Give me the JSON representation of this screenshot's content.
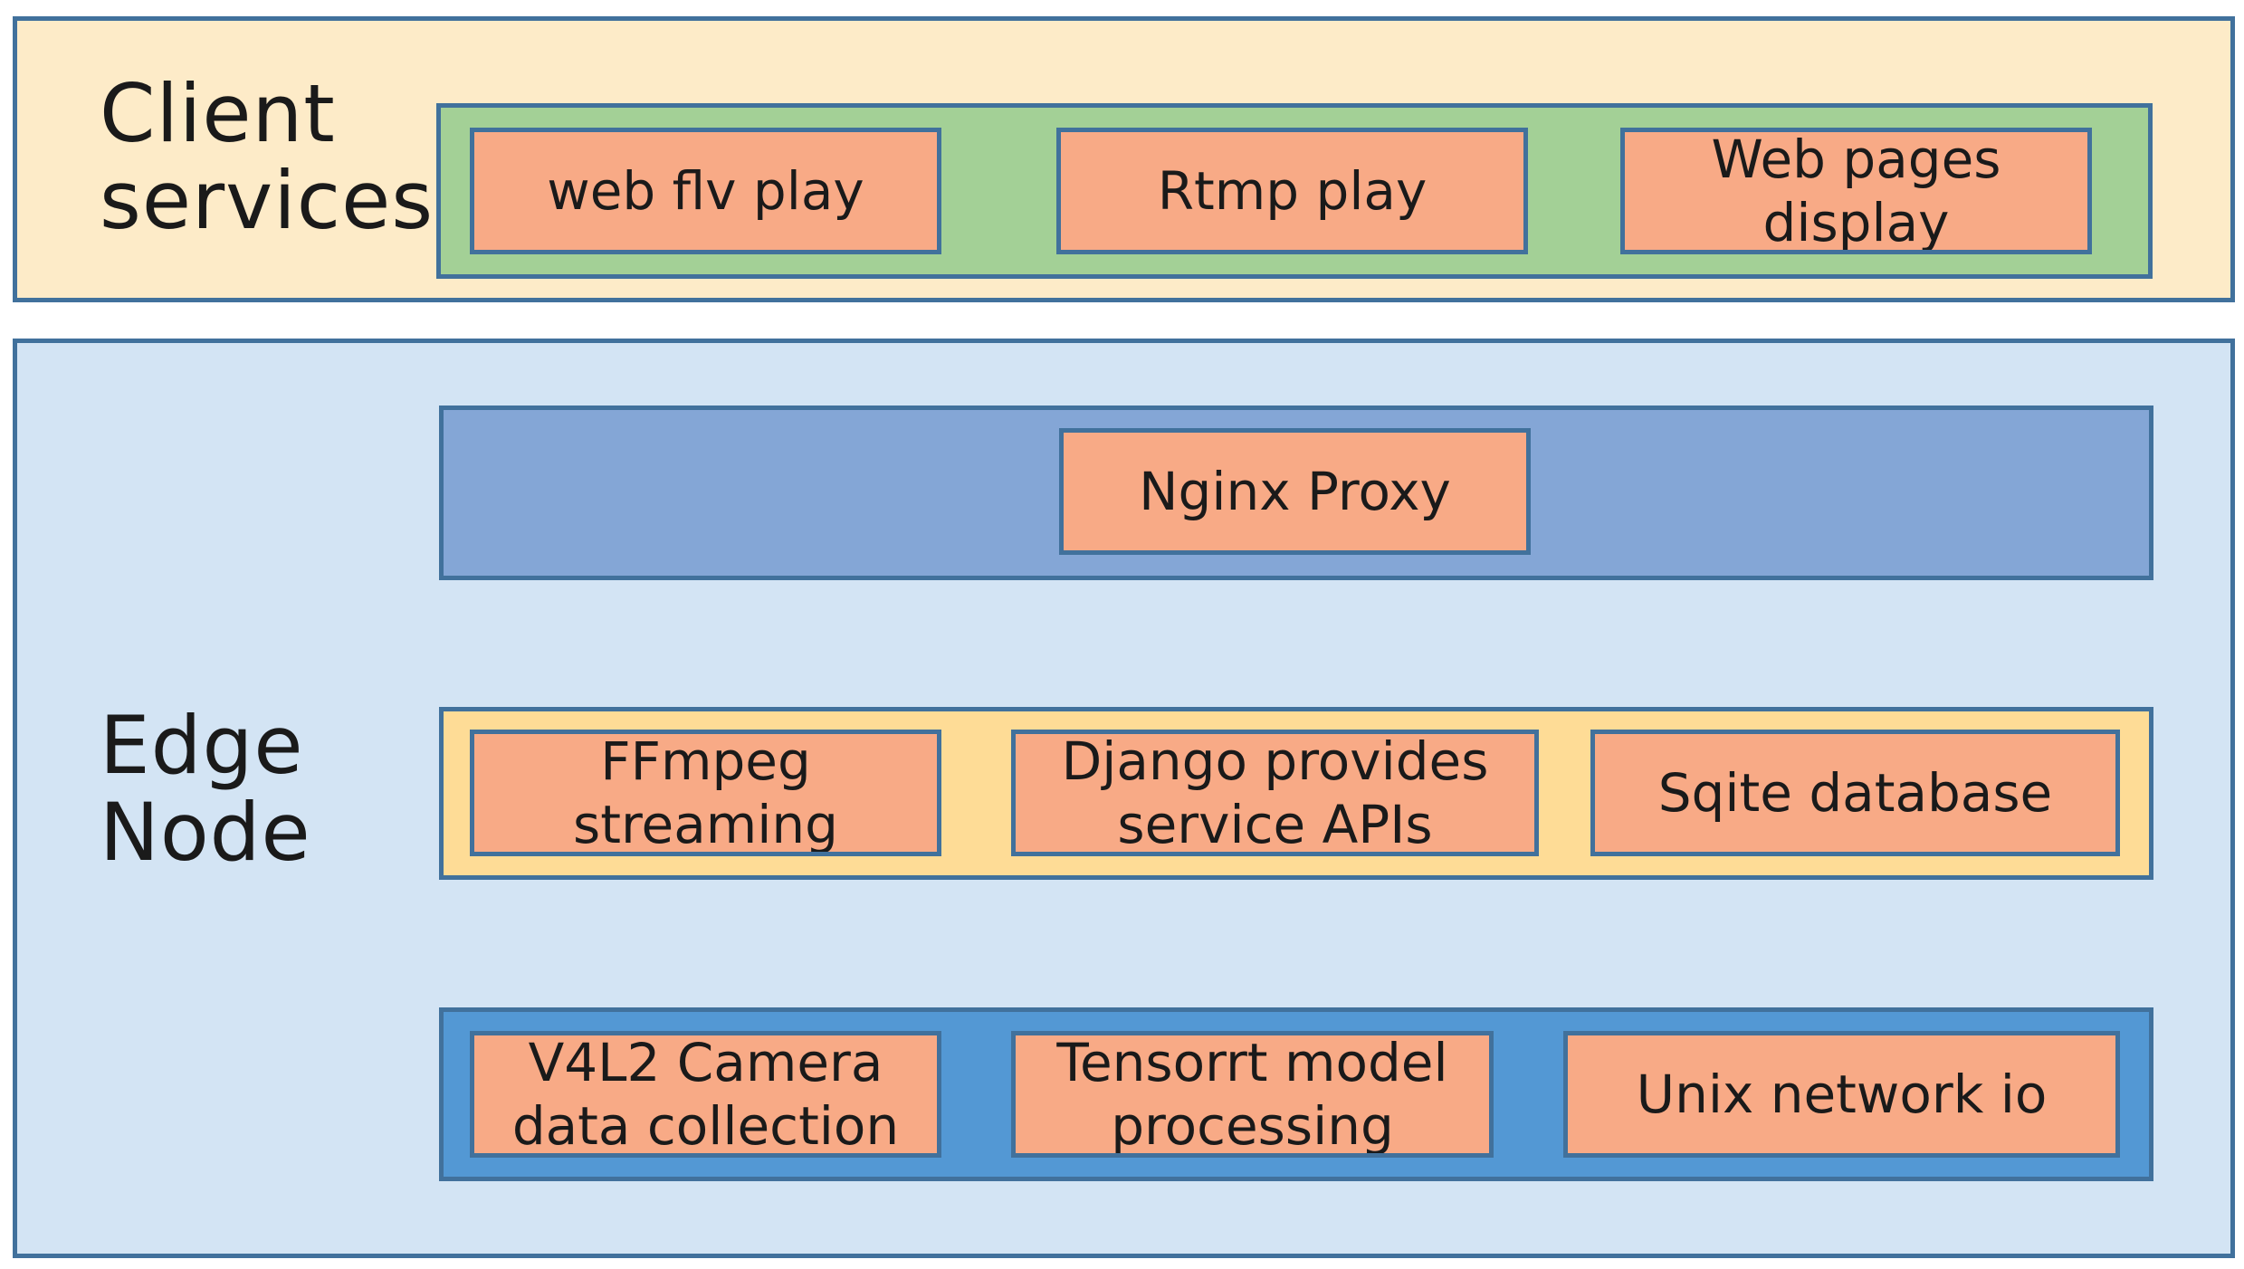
{
  "client_services": {
    "title": "Client\nservices",
    "boxes": [
      "web flv play",
      "Rtmp play",
      "Web pages\ndisplay"
    ]
  },
  "edge_node": {
    "title": "Edge\nNode",
    "proxy_layer": {
      "boxes": [
        "Nginx Proxy"
      ]
    },
    "service_layer": {
      "boxes": [
        "FFmpeg\nstreaming",
        "Django provides\nservice APIs",
        "Sqite database"
      ]
    },
    "base_layer": {
      "boxes": [
        "V4L2 Camera\ndata collection",
        "Tensorrt model\nprocessing",
        "Unix network io"
      ]
    }
  },
  "colors": {
    "client_panel": "#fdebc8",
    "edge_panel": "#d3e4f4",
    "client_layer": "#a3d096",
    "proxy_layer": "#84a6d6",
    "service_layer": "#fedc96",
    "base_layer": "#5398d4",
    "box_fill": "#f8aa86",
    "border": "#41719c"
  }
}
